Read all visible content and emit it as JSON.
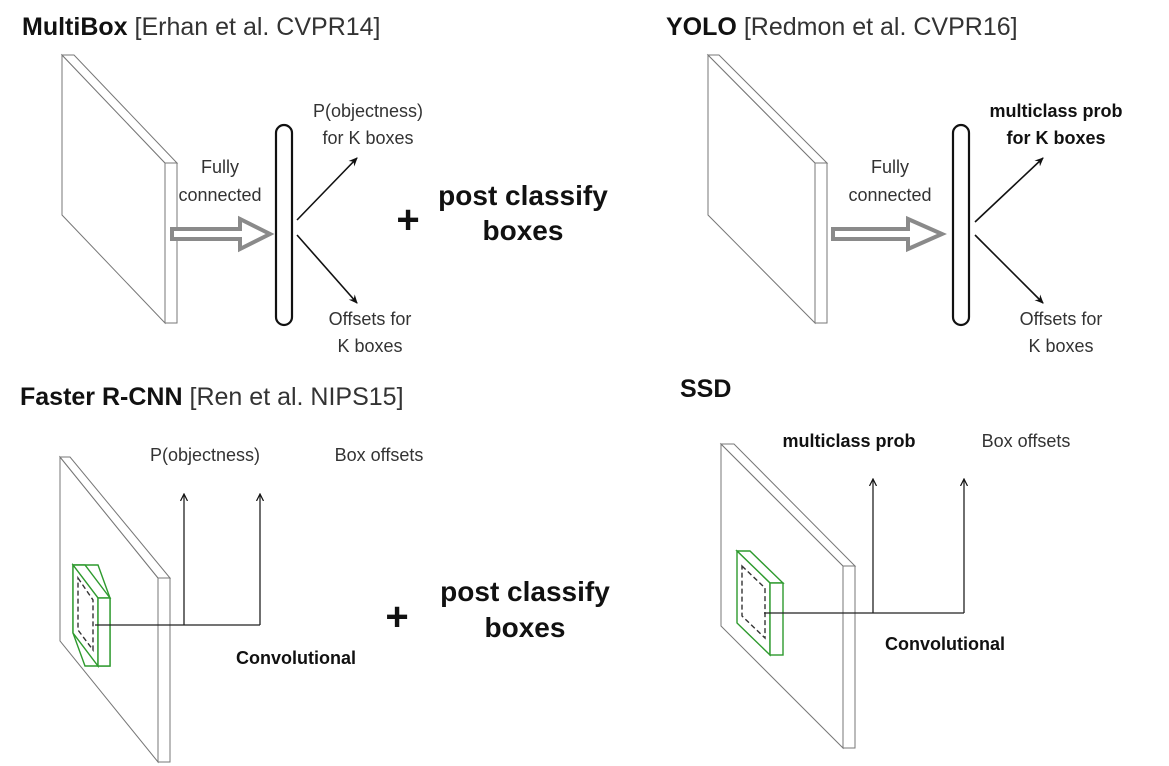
{
  "panels": {
    "multibox": {
      "title": "MultiBox",
      "citation": "[Erhan et al. CVPR14]",
      "arrow_label_line1": "Fully",
      "arrow_label_line2": "connected",
      "output_top_line1": "P(objectness)",
      "output_top_line2": "for K boxes",
      "output_bottom_line1": "Offsets for",
      "output_bottom_line2": "K boxes",
      "plus": "+",
      "post_line1": "post classify",
      "post_line2": "boxes"
    },
    "yolo": {
      "title": "YOLO",
      "citation": "[Redmon et al. CVPR16]",
      "arrow_label_line1": "Fully",
      "arrow_label_line2": "connected",
      "output_top_line1": "multiclass prob",
      "output_top_line2": "for K boxes",
      "output_bottom_line1": "Offsets for",
      "output_bottom_line2": "K boxes"
    },
    "faster_rcnn": {
      "title": "Faster R-CNN",
      "citation": "[Ren et al. NIPS15]",
      "output_left": "P(objectness)",
      "output_right": "Box offsets",
      "conv_label": "Convolutional",
      "plus": "+",
      "post_line1": "post classify",
      "post_line2": "boxes"
    },
    "ssd": {
      "title": "SSD",
      "output_left": "multiclass prob",
      "output_right": "Box offsets",
      "conv_label": "Convolutional"
    }
  },
  "colors": {
    "conv_window": "#2e9a2e",
    "fc_arrow": "#8a8a8a",
    "slab_outline": "#777777"
  }
}
